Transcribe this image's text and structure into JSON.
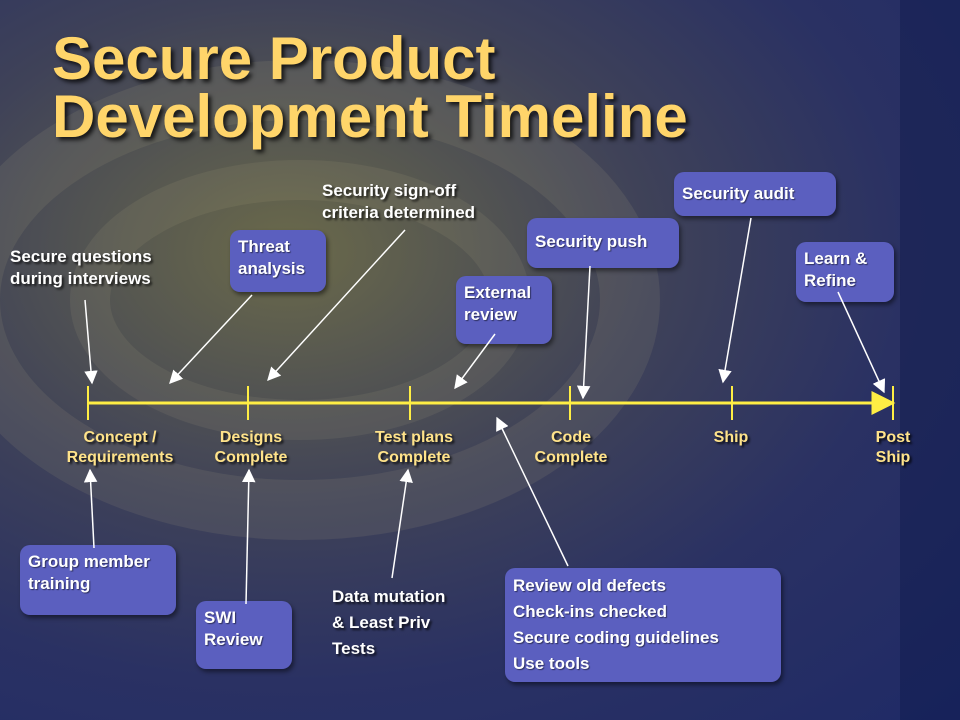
{
  "title": {
    "line1": "Secure Product",
    "line2": "Development Timeline"
  },
  "colors": {
    "title": "#ffd56a",
    "milestone_text": "#ffe38a",
    "timeline": "#ffee44",
    "box_fill": "#5b5fbf",
    "arrow": "#ffffff"
  },
  "milestones": [
    {
      "line1": "Concept /",
      "line2": "Requirements"
    },
    {
      "line1": "Designs",
      "line2": "Complete"
    },
    {
      "line1": "Test plans",
      "line2": "Complete"
    },
    {
      "line1": "Code",
      "line2": "Complete"
    },
    {
      "line1": "Ship",
      "line2": ""
    },
    {
      "line1": "Post",
      "line2": "Ship"
    }
  ],
  "activities_above": {
    "secure_questions": {
      "line1": "Secure questions",
      "line2": "during interviews"
    },
    "threat_analysis": {
      "line1": "Threat",
      "line2": "analysis"
    },
    "signoff": {
      "line1": "Security sign-off",
      "line2": "criteria determined"
    },
    "external_review": {
      "line1": "External",
      "line2": "review"
    },
    "security_push": {
      "line1": "Security push"
    },
    "security_audit": {
      "line1": "Security audit"
    },
    "learn_refine": {
      "line1": "Learn &",
      "line2": "Refine"
    }
  },
  "activities_below": {
    "group_training": {
      "line1": "Group member",
      "line2": "training"
    },
    "swi_review": {
      "line1": "SWI",
      "line2": "Review"
    },
    "data_mutation": {
      "line1": "Data mutation",
      "line2": "& Least Priv",
      "line3": "Tests"
    },
    "code_phase": {
      "items": [
        "Review old defects",
        "Check-ins checked",
        "Secure coding guidelines",
        "Use tools"
      ]
    }
  }
}
